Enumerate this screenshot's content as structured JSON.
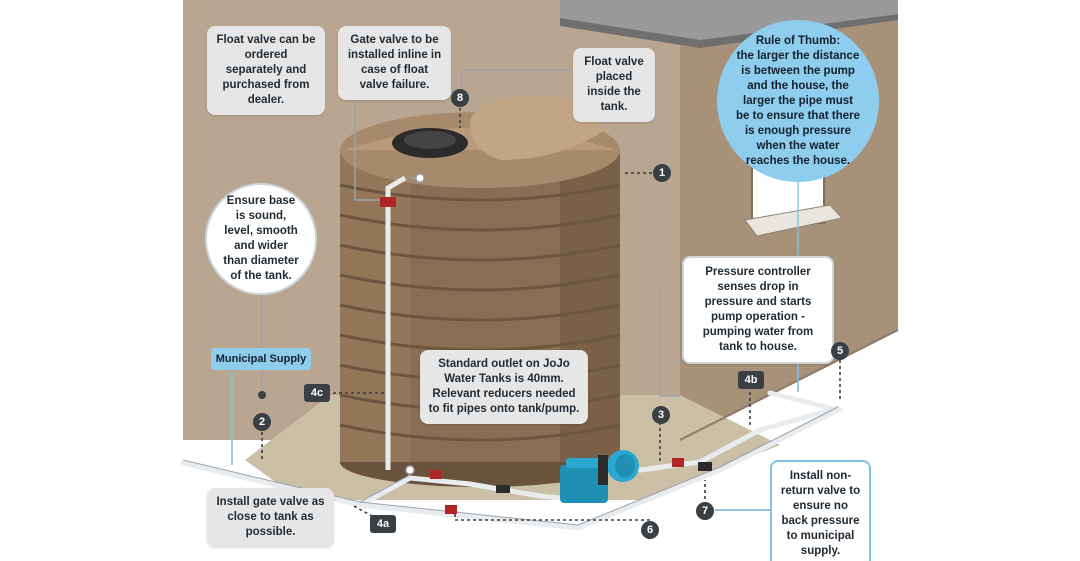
{
  "callouts": {
    "float_valve_order": "Float valve can be ordered separately and purchased from dealer.",
    "gate_valve_inline": "Gate valve to be installed inline in case of float valve failure.",
    "float_valve_inside": "Float valve placed inside the tank.",
    "rule_of_thumb_title": "Rule of Thumb:",
    "rule_of_thumb_body": "the larger the distance is between the pump and the house, the larger the pipe must be to ensure that there is enough pressure when the water reaches the house.",
    "base": "Ensure base is sound, level, smooth and wider than diameter of the tank.",
    "pressure_controller": "Pressure controller senses drop in pressure and starts pump operation - pumping water from tank to house.",
    "standard_outlet": "Standard outlet on JoJo Water Tanks is 40mm. Relevant reducers needed to fit pipes onto tank/pump.",
    "municipal_supply": "Municipal Supply",
    "gate_valve_close": "Install gate valve as close to tank as possible.",
    "non_return": "Install non-return valve to ensure no back pressure to municipal supply."
  },
  "markers": {
    "m1": "1",
    "m2": "2",
    "m3": "3",
    "m5": "5",
    "m6": "6",
    "m7": "7",
    "m8": "8",
    "m4a": "4a",
    "m4b": "4b",
    "m4c": "4c"
  },
  "colors": {
    "tank": "#8a6f55",
    "wall": "#b5a38e",
    "ground": "#cdbfa9",
    "accent_blue": "#8fcdef",
    "marker": "#3a3f44"
  }
}
